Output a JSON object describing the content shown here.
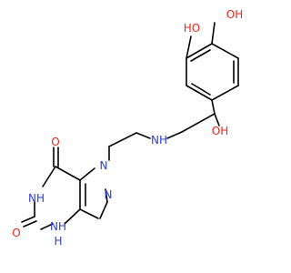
{
  "colors": {
    "bond": "#000000",
    "oxygen": "#e8261c",
    "nitrogen": "#2b3fd6",
    "background": "#ffffff"
  },
  "labels": {
    "phenol_oh_top_left": "HO",
    "phenol_oh_top_right": "OH",
    "benzylic_oh": "OH",
    "secondary_amine": "NH",
    "purine_n7": "N",
    "purine_n9": "N",
    "purine_n1h": "NH",
    "purine_n3h": "NH",
    "purine_h1": "H",
    "purine_h3": "H",
    "carbonyl_o6": "O",
    "carbonyl_o2": "O"
  }
}
